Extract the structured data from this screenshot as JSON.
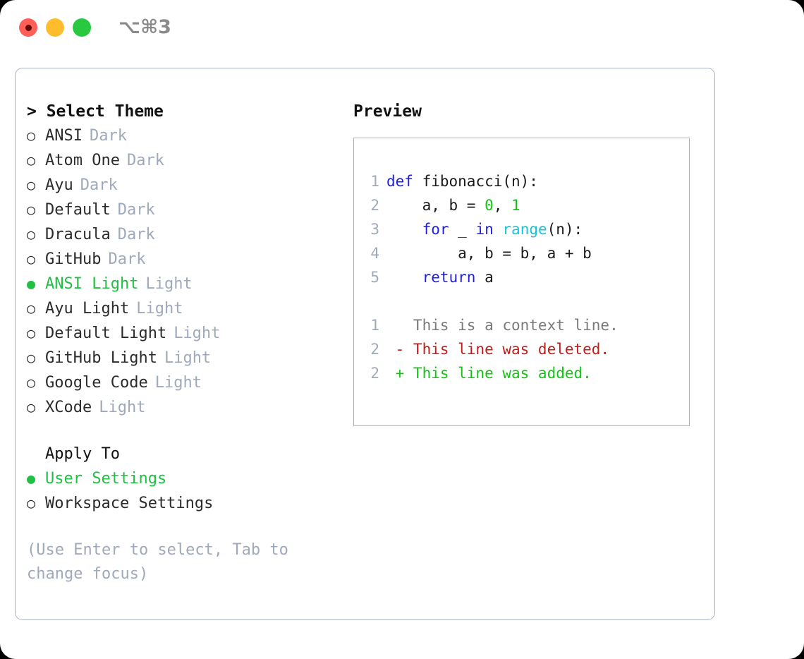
{
  "window": {
    "title": "⌥⌘3",
    "traffic_lights": [
      {
        "name": "close",
        "color": "#ff5f57"
      },
      {
        "name": "minimize",
        "color": "#ffbd2e"
      },
      {
        "name": "maximize",
        "color": "#28c840"
      }
    ]
  },
  "theme_panel": {
    "heading": "> Select Theme",
    "themes": [
      {
        "bullet": "○",
        "name": "ANSI",
        "kind": "Dark",
        "selected": false
      },
      {
        "bullet": "○",
        "name": "Atom One",
        "kind": "Dark",
        "selected": false
      },
      {
        "bullet": "○",
        "name": "Ayu",
        "kind": "Dark",
        "selected": false
      },
      {
        "bullet": "○",
        "name": "Default",
        "kind": "Dark",
        "selected": false
      },
      {
        "bullet": "○",
        "name": "Dracula",
        "kind": "Dark",
        "selected": false
      },
      {
        "bullet": "○",
        "name": "GitHub",
        "kind": "Dark",
        "selected": false
      },
      {
        "bullet": "●",
        "name": "ANSI Light",
        "kind": "Light",
        "selected": true
      },
      {
        "bullet": "○",
        "name": "Ayu Light",
        "kind": "Light",
        "selected": false
      },
      {
        "bullet": "○",
        "name": "Default Light",
        "kind": "Light",
        "selected": false
      },
      {
        "bullet": "○",
        "name": "GitHub Light",
        "kind": "Light",
        "selected": false
      },
      {
        "bullet": "○",
        "name": "Google Code",
        "kind": "Light",
        "selected": false
      },
      {
        "bullet": "○",
        "name": "XCode",
        "kind": "Light",
        "selected": false
      }
    ],
    "apply_to_heading": "Apply To",
    "apply_to_options": [
      {
        "bullet": "●",
        "name": "User Settings",
        "selected": true
      },
      {
        "bullet": "○",
        "name": "Workspace Settings",
        "selected": false
      }
    ],
    "hint": "(Use Enter to select, Tab to change focus)"
  },
  "preview_panel": {
    "heading": "Preview",
    "code_lines": [
      {
        "ln": "1",
        "tokens": [
          {
            "t": "def",
            "c": "kw"
          },
          {
            "t": " fibonacci(n):",
            "c": "pl"
          }
        ]
      },
      {
        "ln": "2",
        "tokens": [
          {
            "t": "    a, b = ",
            "c": "pl"
          },
          {
            "t": "0",
            "c": "num"
          },
          {
            "t": ", ",
            "c": "pl"
          },
          {
            "t": "1",
            "c": "num"
          }
        ]
      },
      {
        "ln": "3",
        "tokens": [
          {
            "t": "    ",
            "c": "pl"
          },
          {
            "t": "for",
            "c": "kw"
          },
          {
            "t": " _ ",
            "c": "pl"
          },
          {
            "t": "in",
            "c": "kw"
          },
          {
            "t": " ",
            "c": "pl"
          },
          {
            "t": "range",
            "c": "fn"
          },
          {
            "t": "(n):",
            "c": "pl"
          }
        ]
      },
      {
        "ln": "4",
        "tokens": [
          {
            "t": "        a, b = b, a + b",
            "c": "pl"
          }
        ]
      },
      {
        "ln": "5",
        "tokens": [
          {
            "t": "    ",
            "c": "pl"
          },
          {
            "t": "return",
            "c": "kw"
          },
          {
            "t": " a",
            "c": "pl"
          }
        ]
      }
    ],
    "diff_lines": [
      {
        "ln": "1",
        "text": "   This is a context line.",
        "kind": "ctx"
      },
      {
        "ln": "2",
        "text": " - This line was deleted.",
        "kind": "del"
      },
      {
        "ln": "2",
        "text": " + This line was added.",
        "kind": "add"
      }
    ]
  },
  "colors": {
    "accent_green": "#21c045",
    "muted": "#9fa9bb",
    "border": "#a8b2c4",
    "keyword": "#1e1ee6",
    "function": "#12c5d8",
    "number": "#14c514",
    "diff_deleted": "#c41a1a",
    "diff_added": "#12c512",
    "diff_context": "#7a7a7a"
  }
}
